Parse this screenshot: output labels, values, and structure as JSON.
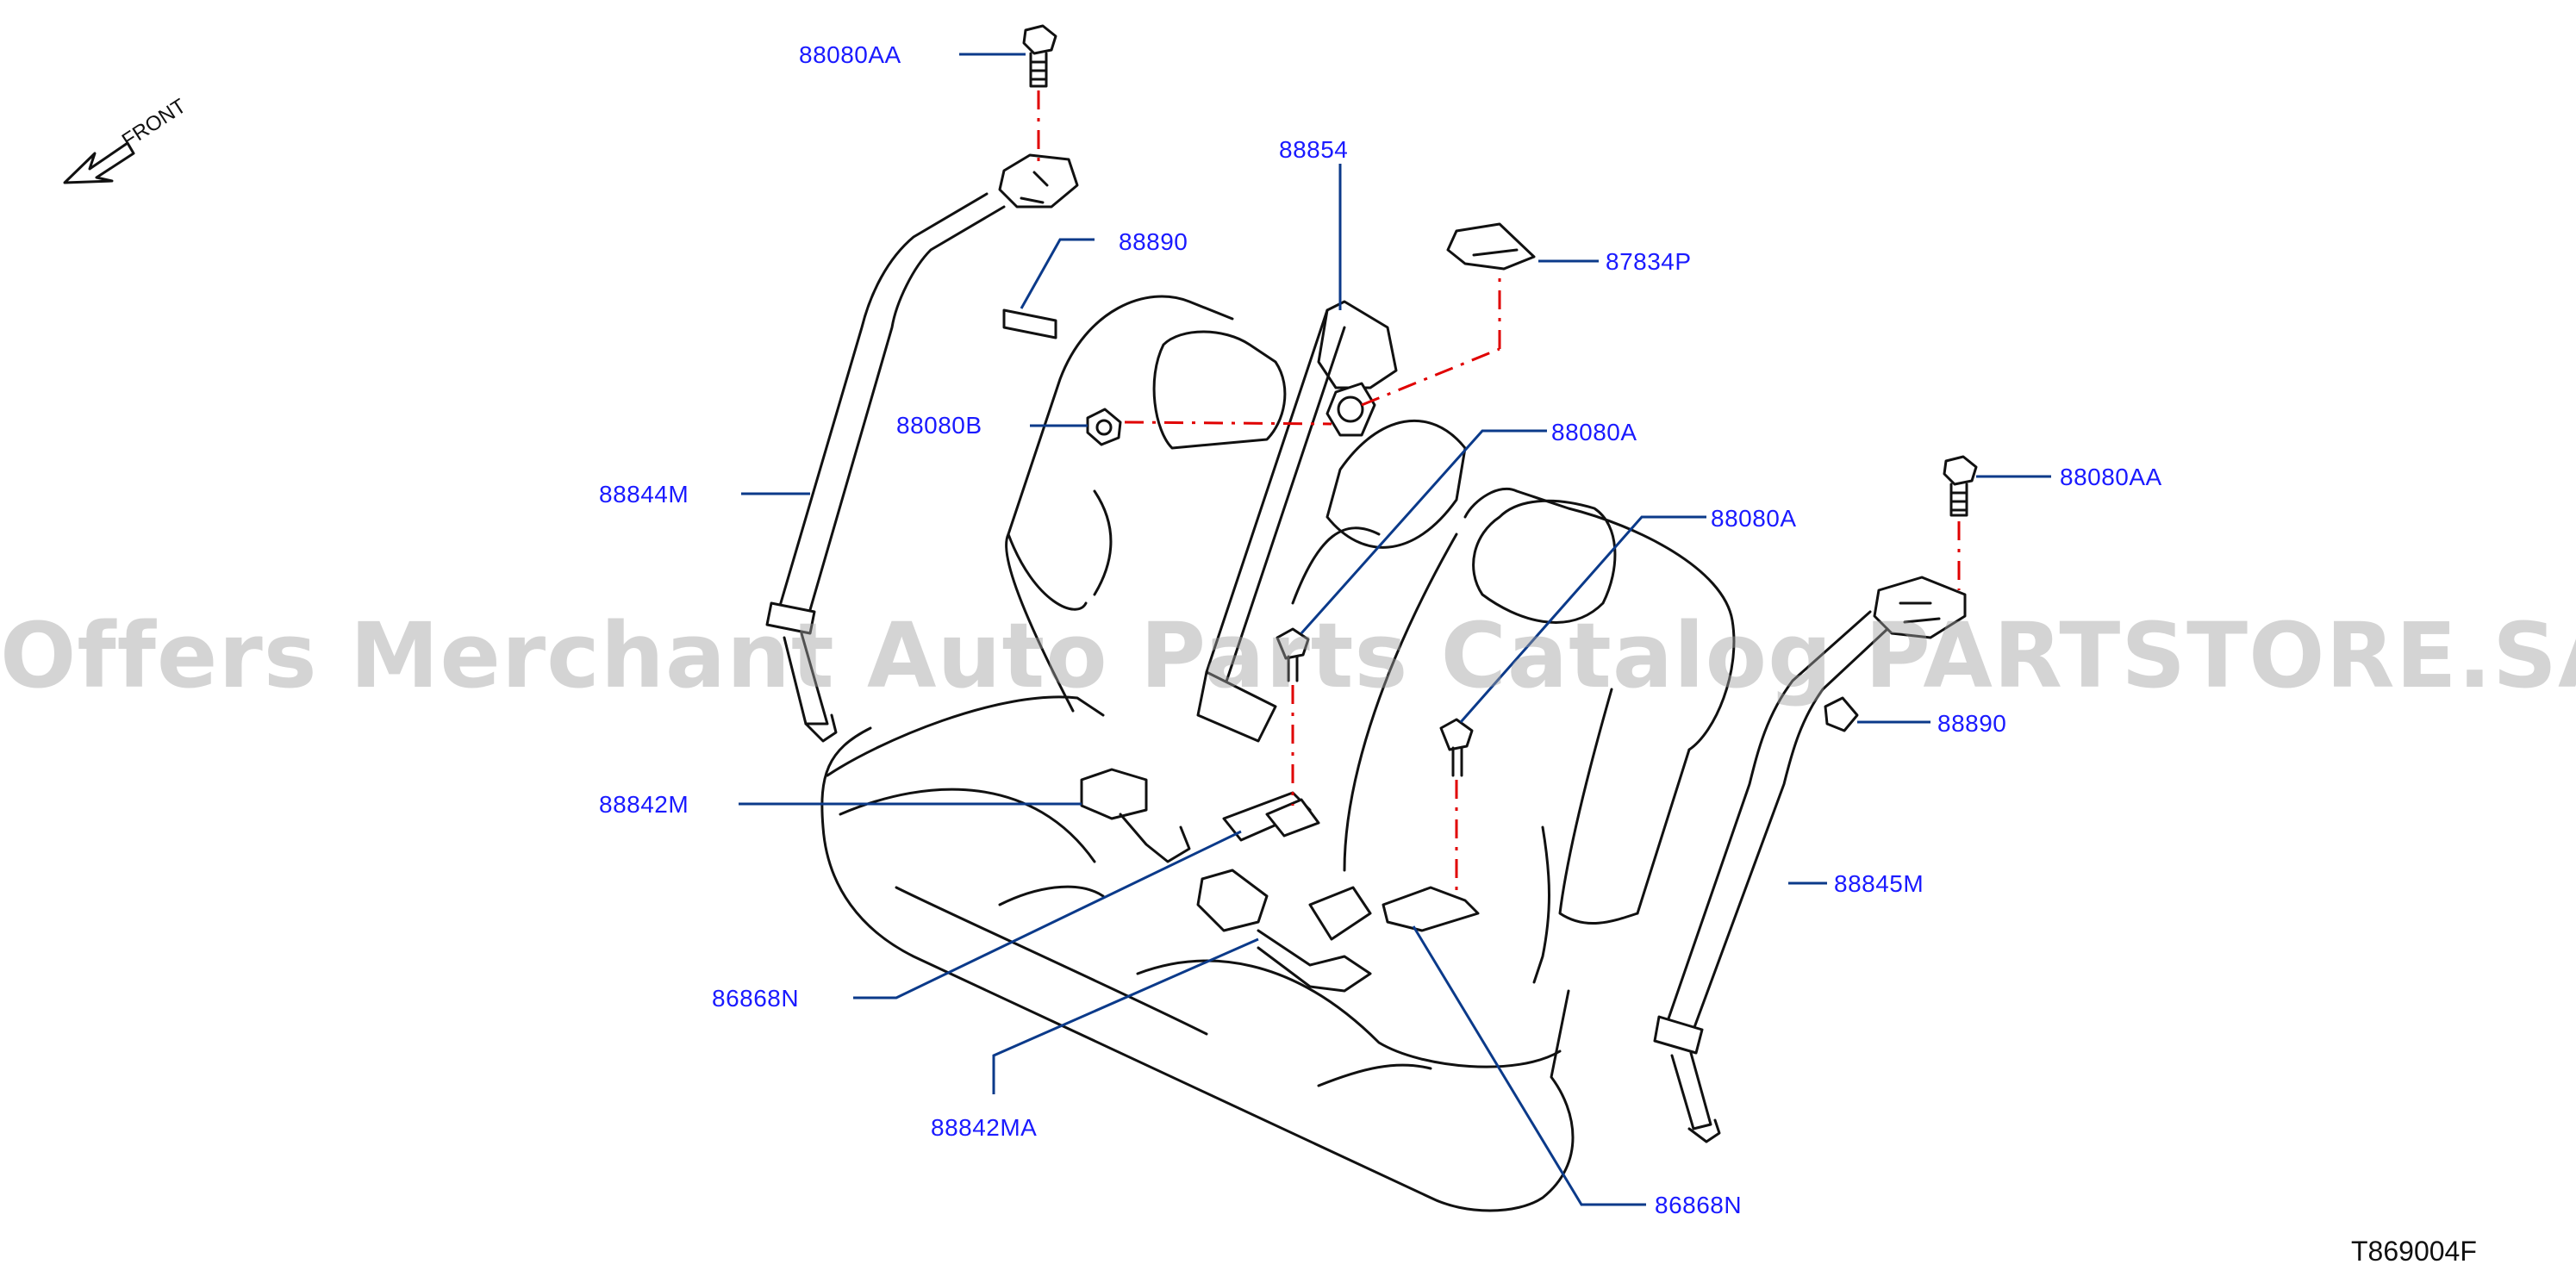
{
  "front_label": "FRONT",
  "figure_code": "T869004F",
  "watermark": "Offers Merchant Auto Parts Catalog PARTSTORE.SA",
  "colors": {
    "callout": "#1a1aff",
    "leader": "#0b3a8a",
    "centerline": "#e00000",
    "ink": "#111111"
  },
  "labels": {
    "p88080AA_top": "88080AA",
    "p88854": "88854",
    "p88890_left": "88890",
    "p87834P": "87834P",
    "p88080B": "88080B",
    "p88080A_upper": "88080A",
    "p88844M": "88844M",
    "p88080A_lower": "88080A",
    "p88080AA_right": "88080AA",
    "p88890_right": "88890",
    "p88842M": "88842M",
    "p88845M": "88845M",
    "p86868N_left": "86868N",
    "p88842MA": "88842MA",
    "p86868N_right": "86868N"
  }
}
